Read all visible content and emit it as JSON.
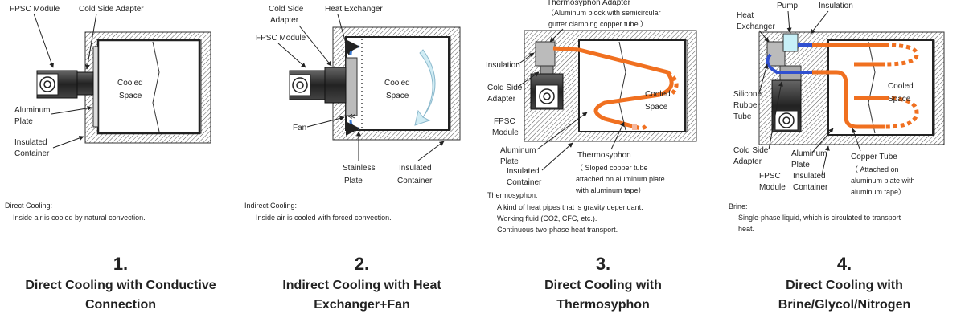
{
  "panels": [
    {
      "number": "1.",
      "title_line1": "Direct Cooling with Conductive",
      "title_line2": "Connection",
      "labels": {
        "fpsc_module": "FPSC Module",
        "cold_side_adapter": "Cold Side Adapter",
        "cooled_space_1": "Cooled",
        "cooled_space_2": "Space",
        "aluminum_plate_1": "Aluminum",
        "aluminum_plate_2": "Plate",
        "insulated_container_1": "Insulated",
        "insulated_container_2": "Container"
      },
      "note_title": "Direct Cooling:",
      "note_lines": [
        "Inside air is cooled by natural convection."
      ]
    },
    {
      "number": "2.",
      "title_line1": "Indirect Cooling with Heat",
      "title_line2": "Exchanger+Fan",
      "labels": {
        "cold_side_adapter_1": "Cold Side",
        "cold_side_adapter_2": "Adapter",
        "heat_exchanger": "Heat Exchanger",
        "fpsc_module": "FPSC Module",
        "cooled_space_1": "Cooled",
        "cooled_space_2": "Space",
        "fan": "Fan",
        "stainless_plate_1": "Stainless",
        "stainless_plate_2": "Plate",
        "insulated_container_1": "Insulated",
        "insulated_container_2": "Container"
      },
      "note_title": "Indirect Cooling:",
      "note_lines": [
        "Inside air is cooled with forced convection."
      ]
    },
    {
      "number": "3.",
      "title_line1": "Direct Cooling with",
      "title_line2": "Thermosyphon",
      "labels": {
        "thermosyphon_adapter": "Thermosyphon Adapter",
        "adapter_desc_1": "（Aluminum block with semicircular",
        "adapter_desc_2": "gutter clamping copper tube.）",
        "insulation": "Insulation",
        "cold_side_adapter_1": "Cold Side",
        "cold_side_adapter_2": "Adapter",
        "fpsc_module_1": "FPSC",
        "fpsc_module_2": "Module",
        "cooled_space_1": "Cooled",
        "cooled_space_2": "Space",
        "aluminum_plate_1": "Aluminum",
        "aluminum_plate_2": "Plate",
        "insulated_container_1": "Insulated",
        "insulated_container_2": "Container",
        "thermosyphon": "Thermosyphon",
        "thermo_desc_1": "（  Sloped    copper    tube",
        "thermo_desc_2": "attached on aluminum plate",
        "thermo_desc_3": "with aluminum tape）"
      },
      "note_title": "Thermosyphon:",
      "note_lines": [
        "A kind of heat pipes that is gravity dependant.",
        "Working fluid (CO2, CFC, etc.).",
        "Continuous two-phase heat transport."
      ]
    },
    {
      "number": "4.",
      "title_line1": "Direct Cooling with",
      "title_line2": "Brine/Glycol/Nitrogen",
      "labels": {
        "pump": "Pump",
        "insulation": "Insulation",
        "heat_exchanger_1": "Heat",
        "heat_exchanger_2": "Exchanger",
        "cooled_space_1": "Cooled",
        "cooled_space_2": "Space",
        "silicone_1": "Silicone",
        "silicone_2": "Rubber",
        "silicone_3": "Tube",
        "cold_side_adapter_1": "Cold Side",
        "cold_side_adapter_2": "Adapter",
        "aluminum_plate_1": "Aluminum",
        "aluminum_plate_2": "Plate",
        "fpsc_module_1": "FPSC",
        "fpsc_module_2": "Module",
        "insulated_container_1": "Insulated",
        "insulated_container_2": "Container",
        "copper_tube": "Copper Tube",
        "copper_desc_1": "（   Attached   on",
        "copper_desc_2": "aluminum plate with",
        "copper_desc_3": "aluminum tape）"
      },
      "note_title": "Brine:",
      "note_lines": [
        "Single-phase liquid, which is circulated to transport",
        "heat."
      ]
    }
  ],
  "colors": {
    "copper_tube": "#f07020",
    "brine_tube": "#3050d0",
    "pump": "#c8f0f8",
    "airflow_arrow": "#d0ecf4"
  }
}
